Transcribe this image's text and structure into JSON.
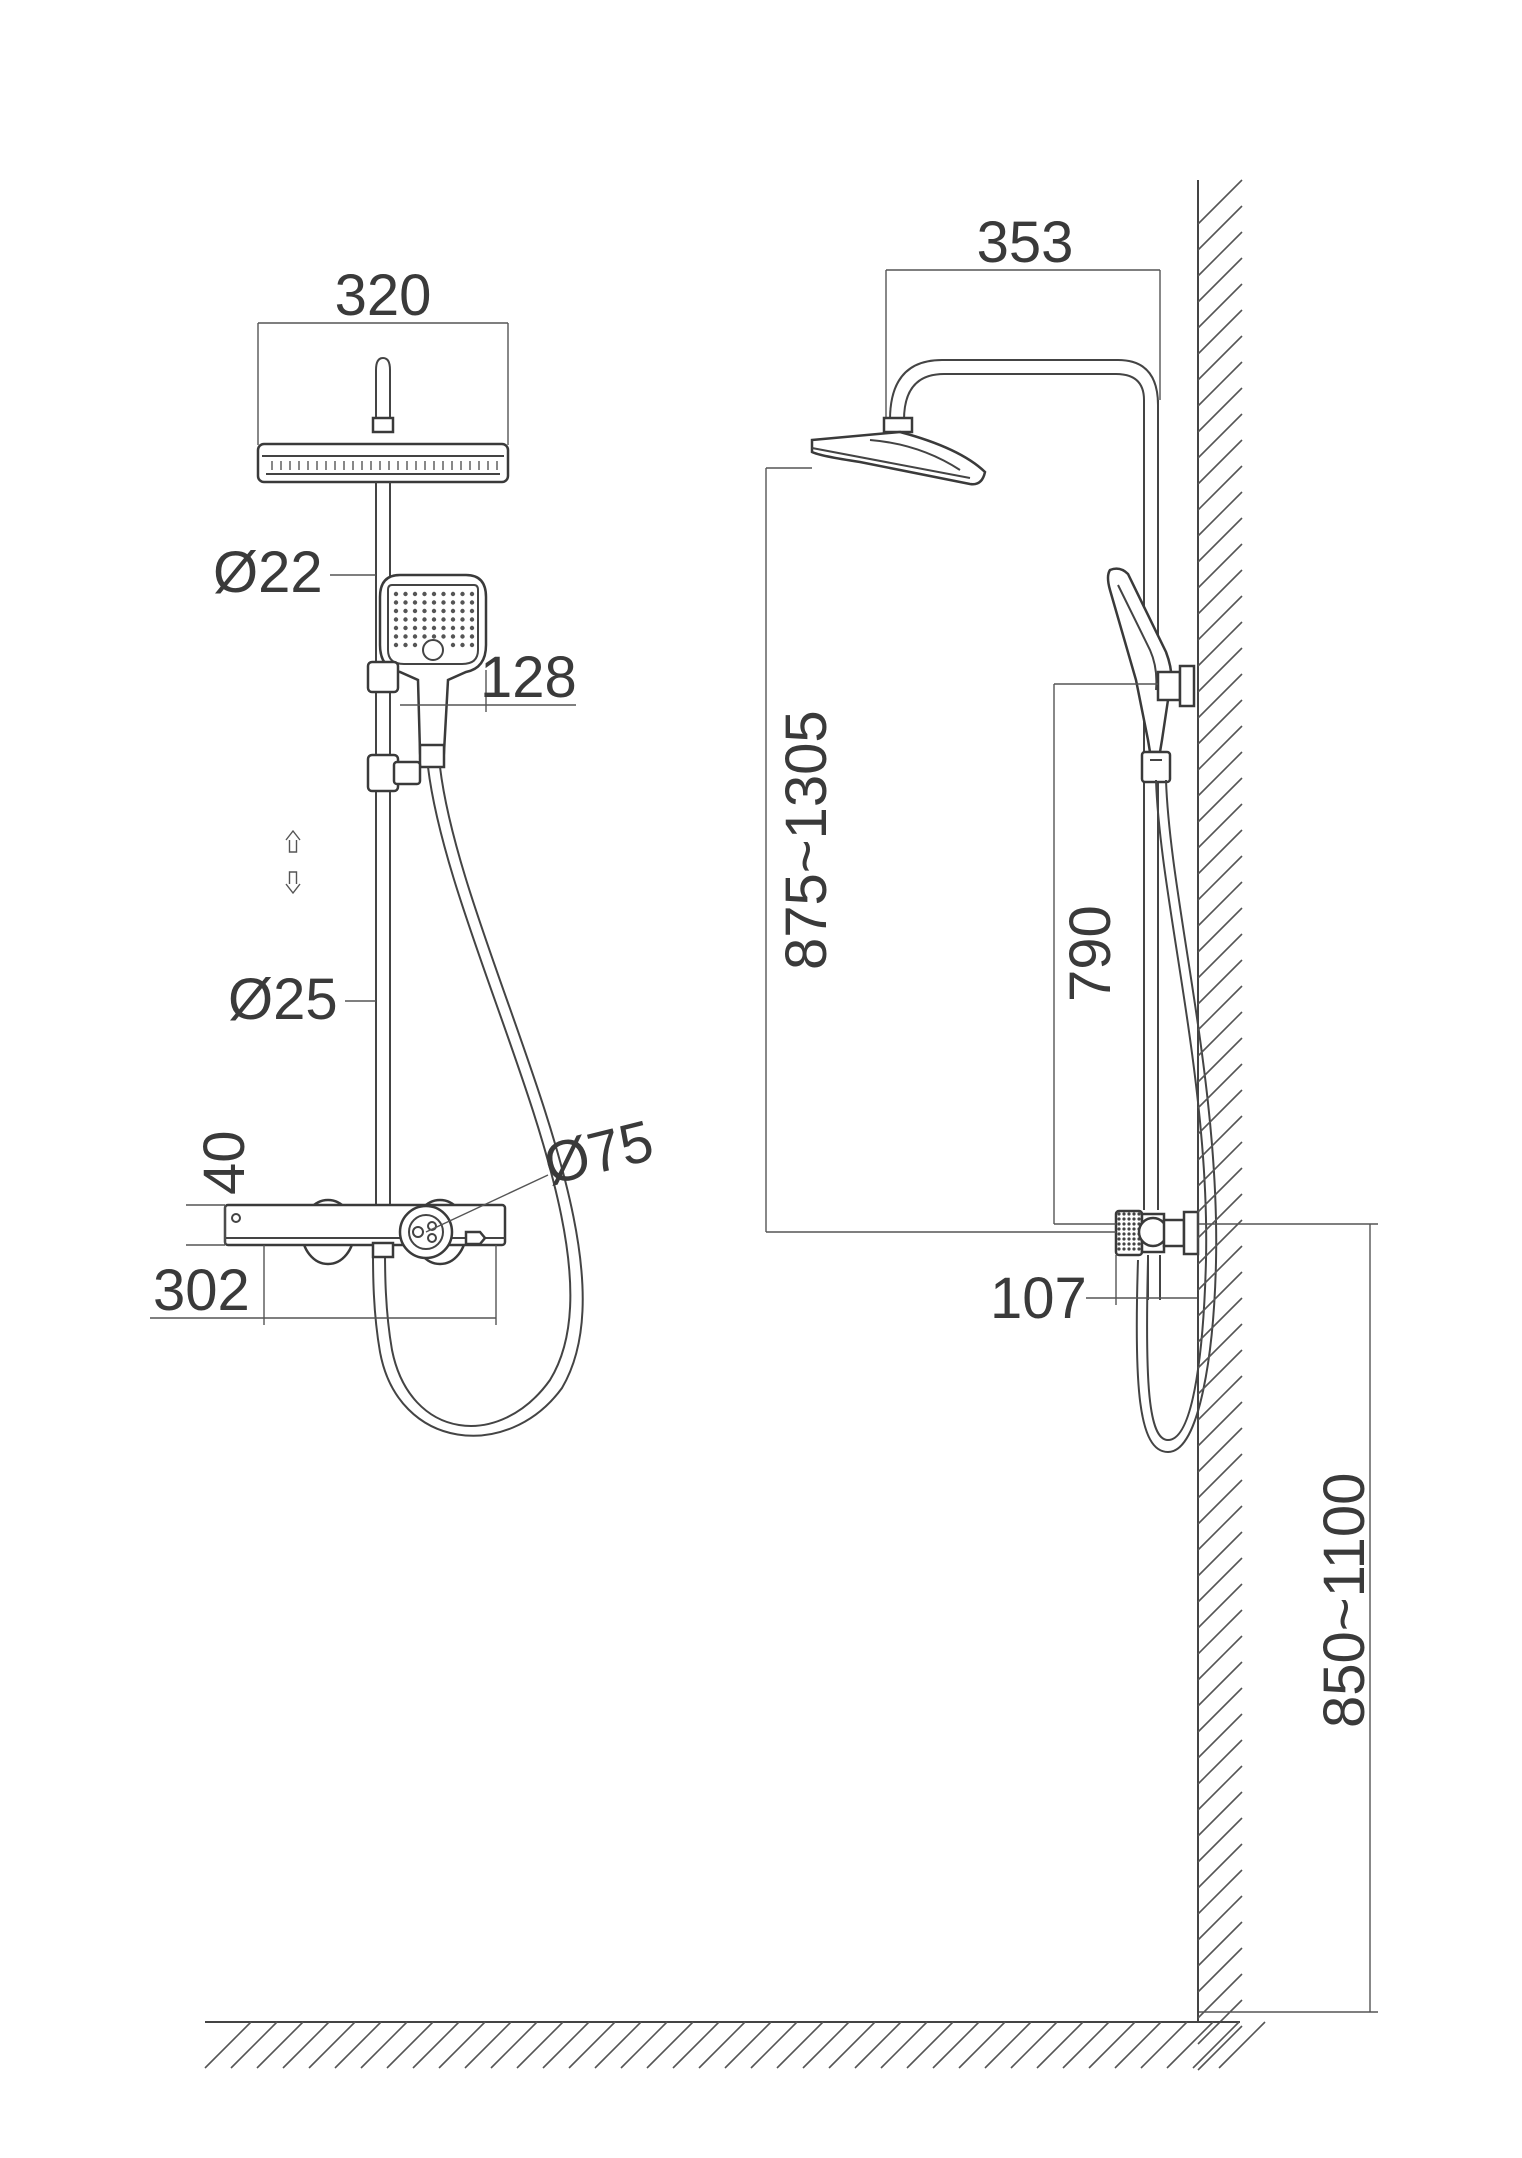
{
  "dimensions": {
    "head_width": "320",
    "pipe_diameter_top": "Ø22",
    "hand_shower_width": "128",
    "pipe_diameter_bar": "Ø25",
    "handle_diameter": "Ø75",
    "valve_height": "40",
    "valve_width": "302",
    "arm_reach": "353",
    "head_height_range": "875~1305",
    "bar_length": "790",
    "valve_depth": "107",
    "valve_height_range": "850~1100"
  },
  "colors": {
    "line": "#3a3a3a",
    "background": "#ffffff"
  }
}
